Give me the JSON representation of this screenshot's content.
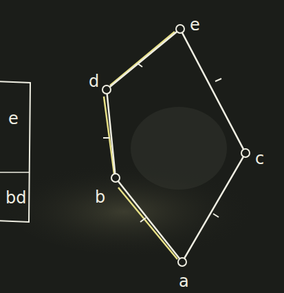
{
  "diagram": {
    "nodes": [
      {
        "text": [
          "e"
        ]
      },
      {
        "text": [
          "d"
        ]
      },
      {
        "text": [
          "c"
        ]
      },
      {
        "text": [
          "b"
        ]
      },
      {
        "text": [
          "a"
        ]
      }
    ],
    "edges": [
      {
        "from": 1,
        "to": 0,
        "arrow": "none"
      },
      {
        "from": 2,
        "to": 0,
        "arrow": "none"
      },
      {
        "from": 3,
        "to": 1,
        "arrow": "none"
      },
      {
        "from": 4,
        "to": 3,
        "arrow": "none"
      },
      {
        "from": 4,
        "to": 2,
        "arrow": "none"
      }
    ],
    "labels": [
      "e",
      "bd"
    ]
  }
}
